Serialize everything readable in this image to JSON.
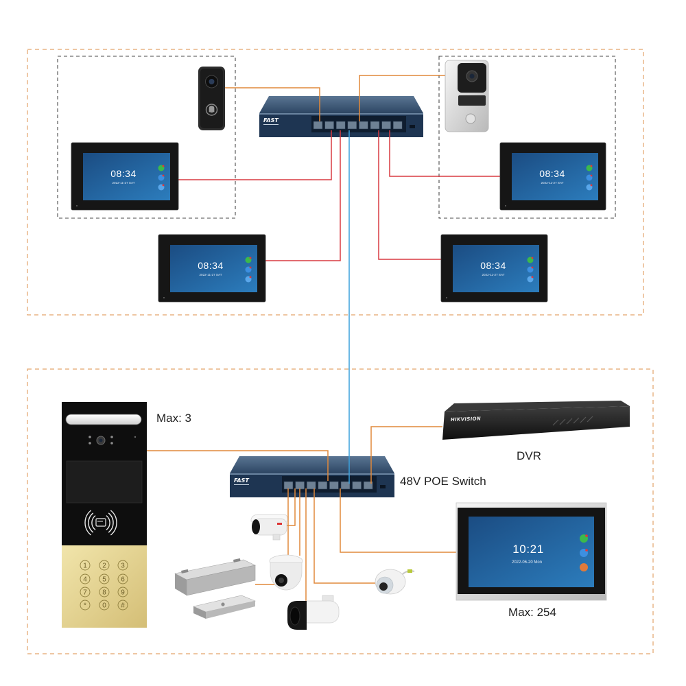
{
  "labels": {
    "door_station_max": "Max: 3",
    "switch_label": "48V POE Switch",
    "dvr_label": "DVR",
    "monitor_max": "Max: 254"
  },
  "devices": {
    "switch_brand": "FAST",
    "dvr_brand": "HIKVISION"
  },
  "monitors": [
    {
      "time": "08:34",
      "date": "2022-11-27  SAT"
    },
    {
      "time": "08:34",
      "date": "2022-11-27  SAT"
    },
    {
      "time": "08:34",
      "date": "2022-11-27  SAT"
    },
    {
      "time": "08:34",
      "date": "2022-11-27  SAT"
    }
  ],
  "large_monitor": {
    "time": "10:21",
    "date": "2022-06-20  Mon"
  },
  "keypad": [
    "1",
    "2",
    "3",
    "4",
    "5",
    "6",
    "7",
    "8",
    "9",
    "*",
    "0",
    "#"
  ],
  "colors": {
    "orange_cable": "#e0883a",
    "red_cable": "#d93a40",
    "blue_cable": "#3aa0dc",
    "zone_border": "#e3a36b"
  }
}
